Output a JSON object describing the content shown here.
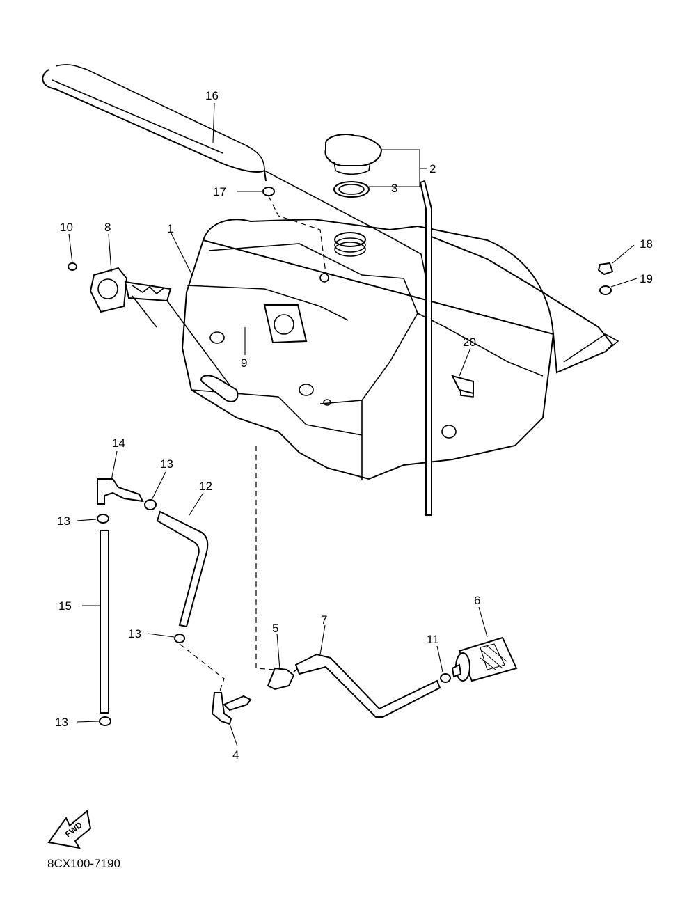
{
  "diagram": {
    "drawing_code": "8CX100-7190",
    "fwd_label": "FWD",
    "callouts": {
      "c1": "1",
      "c2": "2",
      "c3": "3",
      "c4": "4",
      "c5": "5",
      "c6": "6",
      "c7": "7",
      "c8": "8",
      "c9": "9",
      "c10": "10",
      "c11": "11",
      "c12": "12",
      "c13a": "13",
      "c13b": "13",
      "c13c": "13",
      "c13d": "13",
      "c14": "14",
      "c15": "15",
      "c16": "16",
      "c17": "17",
      "c18": "18",
      "c19": "19",
      "c20": "20"
    }
  }
}
